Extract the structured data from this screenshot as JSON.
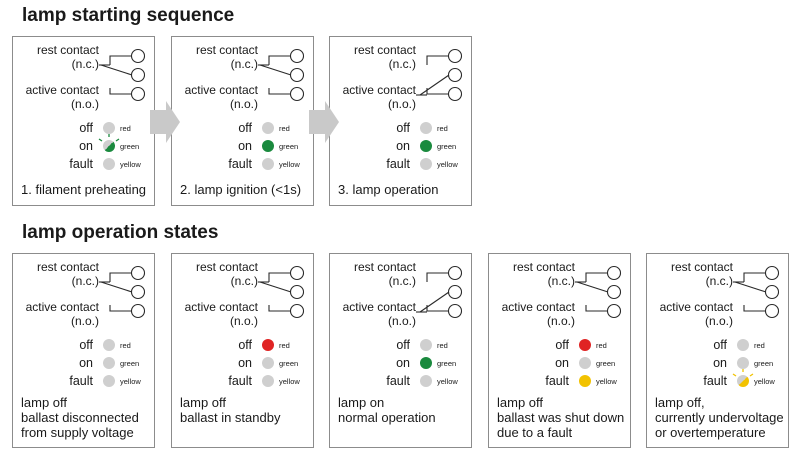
{
  "sections": [
    {
      "title": "lamp starting sequence",
      "panels": [
        {
          "rest_label": [
            "rest contact",
            "(n.c.)"
          ],
          "active_label": [
            "active contact",
            "(n.o.)"
          ],
          "contacts": "rest-closed",
          "leds": {
            "off": "grey",
            "on": "green-blink",
            "fault": "grey"
          },
          "caption": [
            "1. filament preheating"
          ]
        },
        {
          "rest_label": [
            "rest contact",
            "(n.c.)"
          ],
          "active_label": [
            "active contact",
            "(n.o.)"
          ],
          "contacts": "rest-closed",
          "leds": {
            "off": "grey",
            "on": "green",
            "fault": "grey"
          },
          "caption": [
            "2. lamp ignition (<1s)"
          ]
        },
        {
          "rest_label": [
            "rest contact",
            "(n.c.)"
          ],
          "active_label": [
            "active contact",
            "(n.o.)"
          ],
          "contacts": "active-closed",
          "leds": {
            "off": "grey",
            "on": "green",
            "fault": "grey"
          },
          "caption": [
            "3. lamp operation"
          ]
        }
      ]
    },
    {
      "title": "lamp operation states",
      "panels": [
        {
          "rest_label": [
            "rest contact",
            "(n.c.)"
          ],
          "active_label": [
            "active contact",
            "(n.o.)"
          ],
          "contacts": "rest-closed",
          "leds": {
            "off": "grey",
            "on": "grey",
            "fault": "grey"
          },
          "caption": [
            "lamp off",
            "ballast disconnected",
            "from supply voltage"
          ]
        },
        {
          "rest_label": [
            "rest contact",
            "(n.c.)"
          ],
          "active_label": [
            "active contact",
            "(n.o.)"
          ],
          "contacts": "rest-closed",
          "leds": {
            "off": "red",
            "on": "grey",
            "fault": "grey"
          },
          "caption": [
            "lamp off",
            "ballast in standby"
          ]
        },
        {
          "rest_label": [
            "rest contact",
            "(n.c.)"
          ],
          "active_label": [
            "active contact",
            "(n.o.)"
          ],
          "contacts": "active-closed",
          "leds": {
            "off": "grey",
            "on": "green",
            "fault": "grey"
          },
          "caption": [
            "lamp on",
            "normal operation"
          ]
        },
        {
          "rest_label": [
            "rest contact",
            "(n.c.)"
          ],
          "active_label": [
            "active contact",
            "(n.o.)"
          ],
          "contacts": "rest-closed",
          "leds": {
            "off": "red",
            "on": "grey",
            "fault": "yellow"
          },
          "caption": [
            "lamp off",
            "ballast was shut down",
            "due to a fault"
          ]
        },
        {
          "rest_label": [
            "rest contact",
            "(n.c.)"
          ],
          "active_label": [
            "active contact",
            "(n.o.)"
          ],
          "contacts": "rest-closed",
          "leds": {
            "off": "grey",
            "on": "grey",
            "fault": "yellow-blink"
          },
          "caption": [
            "lamp off,",
            "currently undervoltage",
            "or overtemperature"
          ]
        }
      ]
    }
  ],
  "state_labels": {
    "off": "off",
    "on": "on",
    "fault": "fault"
  },
  "led_labels": {
    "off": "red",
    "on": "green",
    "fault": "yellow"
  },
  "colors": {
    "grey": "#cfcfcf",
    "green": "#1a8a3e",
    "red": "#e02424",
    "yellow": "#f2c200",
    "border": "#8c8c8c",
    "arrow": "#c9c9c9"
  }
}
